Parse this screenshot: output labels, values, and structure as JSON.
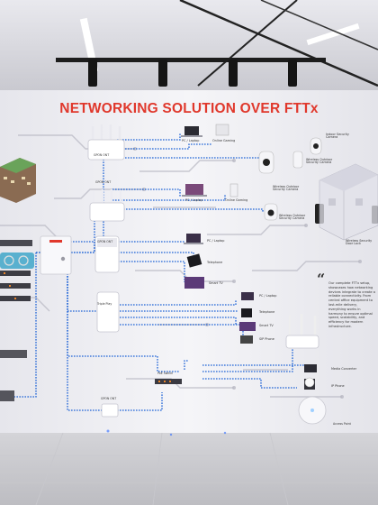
{
  "wall": {
    "title": "NETWORKING SOLUTION OVER FTTx",
    "description": "Our complete FTTx setup, showcases how networking devices integrate to create a reliable connectivity. From central office equipment to last-mile delivery, everything works in harmony to ensure optimal speed, scalability, and efficiency for modern infrastructure."
  },
  "devices": {
    "router_top_left": "GPON ONT",
    "router_mid_left": "GPON ONT",
    "ont_small": "GPON ONT",
    "triple_play": "Triple Play",
    "bottom_ont": "GPON ONT",
    "poe_switch": "PoE Switch",
    "ap_bottom": "Access Point"
  },
  "end_devices": {
    "pc_laptop_1": "PC / Laptop",
    "online_gaming_1": "Online Gaming",
    "pc_laptop_2": "PC / Laptop",
    "online_gaming_2": "Online Gaming",
    "pc_laptop_3": "PC / Laptop",
    "telephone_1": "Telephone",
    "smart_tv_1": "Smart TV",
    "pc_laptop_4": "PC / Laptop",
    "telephone_2": "Telephone",
    "smart_tv_2": "Smart TV",
    "ip_phone": "SIP Phone",
    "media_converter": "Media Converter",
    "ip_phone_2": "IP Phone"
  },
  "cameras": {
    "cam_1": "Indoor Security Camera",
    "cam_2": "Wireless Outdoor Security Camera",
    "cam_3": "Wireless Outdoor Security Camera",
    "cam_4": "Wireless Outdoor Security Camera",
    "lock": "Wireless Security Door Lock"
  },
  "colors": {
    "title_red": "#e0382c",
    "fiber_blue": "#1f63d6",
    "wall": "#f2f2f6"
  }
}
